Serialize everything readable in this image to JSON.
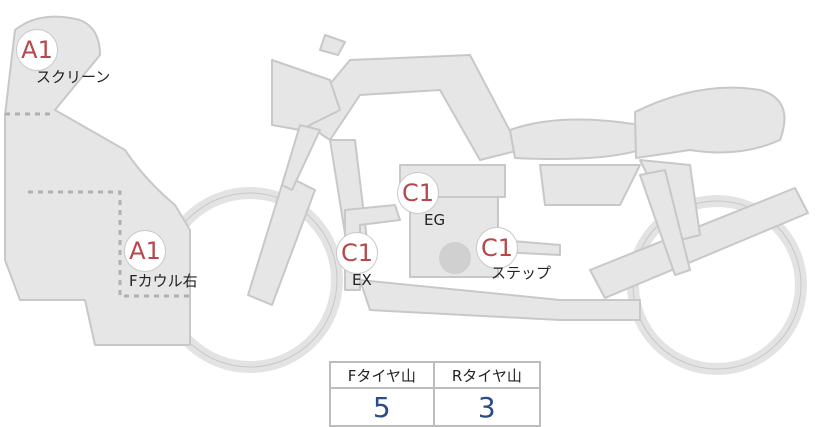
{
  "badges": {
    "screen_grade": "A1",
    "cowl_grade": "A1",
    "eg_grade": "C1",
    "ex_grade": "C1",
    "step_grade": "C1"
  },
  "labels": {
    "screen": "スクリーン",
    "cowl": "Fカウル右",
    "eg": "EG",
    "ex": "EX",
    "step": "ステップ"
  },
  "tread_table": {
    "front_header": "Fタイヤ山",
    "rear_header": "Rタイヤ山",
    "front_value": "5",
    "rear_value": "3"
  },
  "colors": {
    "body_fill": "#e6e6e6",
    "body_stroke": "#c8c8c8",
    "grade_text": "#b7474a",
    "value_text": "#2d4a8a",
    "dotted_line": "#b0b0b0"
  }
}
